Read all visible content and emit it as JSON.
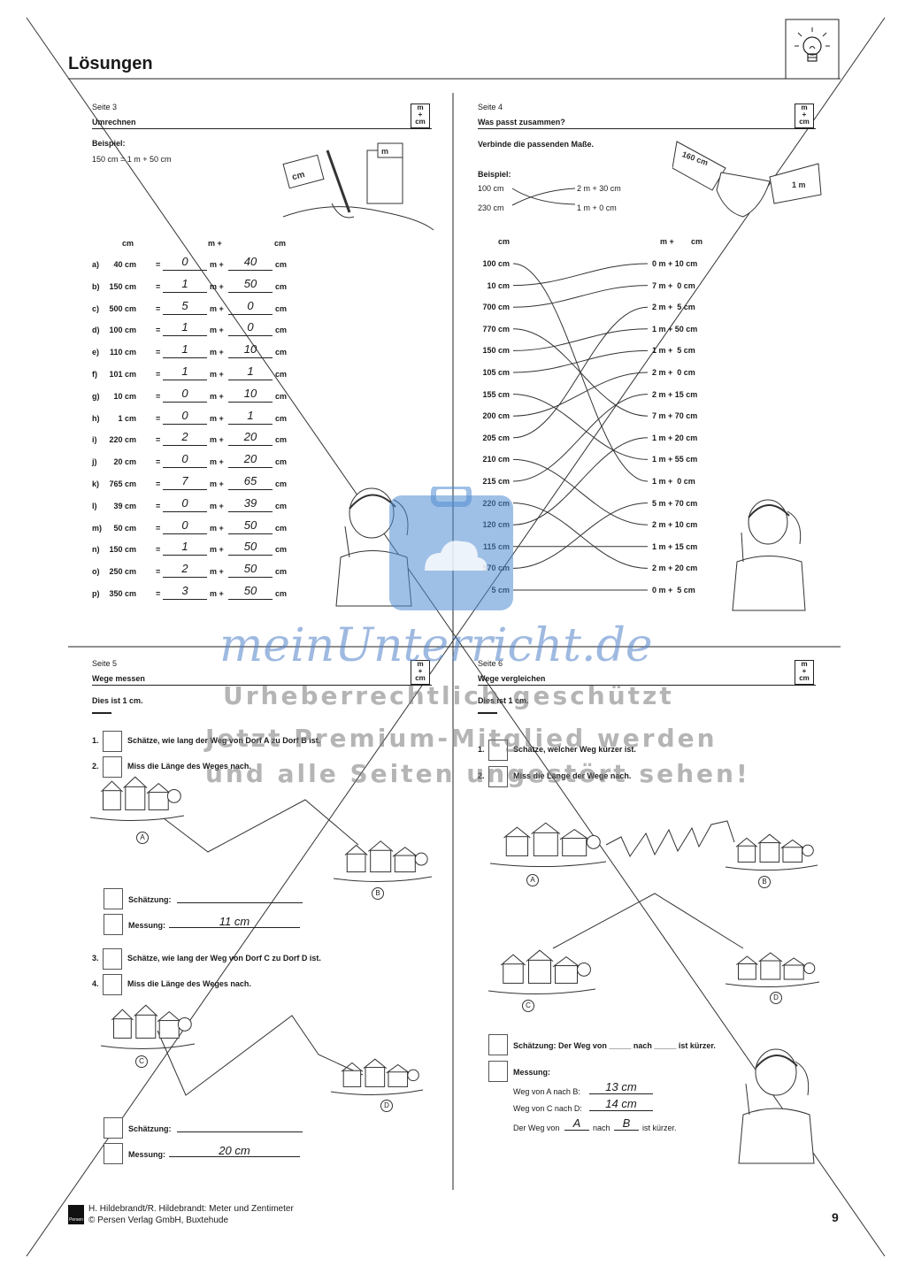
{
  "header": {
    "title": "Lösungen"
  },
  "s3": {
    "seite": "Seite 3",
    "title": "Umrechnen",
    "beispiel_label": "Beispiel:",
    "beispiel": "150 cm = 1 m + 50 cm",
    "col_cm": "cm",
    "col_m": "m +",
    "col_cm2": "cm",
    "badge_m": "m",
    "badge_plus": "+",
    "badge_cm": "cm",
    "rows": [
      {
        "label": "a)",
        "val": "40 cm",
        "m": "0",
        "cm": "40"
      },
      {
        "label": "b)",
        "val": "150 cm",
        "m": "1",
        "cm": "50"
      },
      {
        "label": "c)",
        "val": "500 cm",
        "m": "5",
        "cm": "0"
      },
      {
        "label": "d)",
        "val": "100 cm",
        "m": "1",
        "cm": "0"
      },
      {
        "label": "e)",
        "val": "110 cm",
        "m": "1",
        "cm": "10"
      },
      {
        "label": "f)",
        "val": "101 cm",
        "m": "1",
        "cm": "1"
      },
      {
        "label": "g)",
        "val": "10 cm",
        "m": "0",
        "cm": "10"
      },
      {
        "label": "h)",
        "val": "1 cm",
        "m": "0",
        "cm": "1"
      },
      {
        "label": "i)",
        "val": "220 cm",
        "m": "2",
        "cm": "20"
      },
      {
        "label": "j)",
        "val": "20 cm",
        "m": "0",
        "cm": "20"
      },
      {
        "label": "k)",
        "val": "765 cm",
        "m": "7",
        "cm": "65"
      },
      {
        "label": "l)",
        "val": "39 cm",
        "m": "0",
        "cm": "39"
      },
      {
        "label": "m)",
        "val": "50 cm",
        "m": "0",
        "cm": "50"
      },
      {
        "label": "n)",
        "val": "150 cm",
        "m": "1",
        "cm": "50"
      },
      {
        "label": "o)",
        "val": "250 cm",
        "m": "2",
        "cm": "50"
      },
      {
        "label": "p)",
        "val": "350 cm",
        "m": "3",
        "cm": "50"
      }
    ],
    "eq": "=",
    "unit_m": "m +",
    "unit_cm": "cm"
  },
  "s4": {
    "seite": "Seite 4",
    "title": "Was passt zusammen?",
    "instruction": "Verbinde die passenden Maße.",
    "beispiel_label": "Beispiel:",
    "ex_left": [
      "100 cm",
      "230 cm"
    ],
    "ex_right": [
      "2 m + 30 cm",
      "1 m + 0 cm"
    ],
    "col_cm": "cm",
    "col_m": "m +",
    "col_cm2": "cm",
    "badge_m": "m",
    "badge_plus": "+",
    "badge_cm": "cm",
    "left": [
      "100 cm",
      "10 cm",
      "700 cm",
      "770 cm",
      "150 cm",
      "105 cm",
      "155 cm",
      "200 cm",
      "205 cm",
      "210 cm",
      "215 cm",
      "220 cm",
      "120 cm",
      "115 cm",
      "570 cm",
      "5 cm"
    ],
    "right": [
      "0 m + 10 cm",
      "7 m +  0 cm",
      "2 m +  5 cm",
      "1 m + 50 cm",
      "1 m +  5 cm",
      "2 m +  0 cm",
      "2 m + 15 cm",
      "7 m + 70 cm",
      "1 m + 20 cm",
      "1 m + 55 cm",
      "1 m +  0 cm",
      "5 m + 70 cm",
      "2 m + 10 cm",
      "1 m + 15 cm",
      "2 m + 20 cm",
      "0 m +  5 cm"
    ],
    "sign_left": "160 cm",
    "sign_right": "1 m"
  },
  "s5": {
    "seite": "Seite 5",
    "title": "Wege messen",
    "dies": "Dies ist 1 cm.",
    "q1_num": "1.",
    "q1": "Schätze, wie lang der Weg von Dorf A zu Dorf B ist.",
    "q2_num": "2.",
    "q2": "Miss die Länge des Weges nach.",
    "schaetzung": "Schätzung:",
    "messung": "Messung:",
    "ans1": "11 cm",
    "q3_num": "3.",
    "q3": "Schätze, wie lang der Weg von Dorf C zu Dorf D ist.",
    "q4_num": "4.",
    "q4": "Miss die Länge des Weges nach.",
    "ans2": "20 cm",
    "labels": [
      "A",
      "B",
      "C",
      "D"
    ],
    "badge_m": "m",
    "badge_plus": "+",
    "badge_cm": "cm"
  },
  "s6": {
    "seite": "Seite 6",
    "title": "Wege vergleichen",
    "dies": "Dies ist 1 cm.",
    "q1_num": "1.",
    "q1": "Schätze, welcher Weg kürzer ist.",
    "q2_num": "2.",
    "q2": "Miss die Länge der Wege nach.",
    "schaetzung": "Schätzung: Der Weg von _____ nach _____ ist kürzer.",
    "messung": "Messung:",
    "ab_label": "Weg von A nach B:",
    "ab_ans": "13 cm",
    "cd_label": "Weg von C nach D:",
    "cd_ans": "14 cm",
    "der_weg": "Der Weg von",
    "nach": "nach",
    "ist_kuerzer": "ist kürzer.",
    "from_ans": "A",
    "to_ans": "B",
    "labels": [
      "A",
      "B",
      "C",
      "D"
    ],
    "badge_m": "m",
    "badge_plus": "+",
    "badge_cm": "cm"
  },
  "footer": {
    "publisher_logo": "Persen",
    "line1": "H. Hildebrandt/R. Hildebrandt: Meter und Zentimeter",
    "line2": "© Persen Verlag GmbH, Buxtehude",
    "page": "9"
  },
  "watermark": {
    "brand": "meinUnterricht.de",
    "line1": "Urheberrechtlich geschützt",
    "line2": "Jetzt Premium-Mitglied werden",
    "line3": "und alle Seiten ungestört sehen!"
  }
}
